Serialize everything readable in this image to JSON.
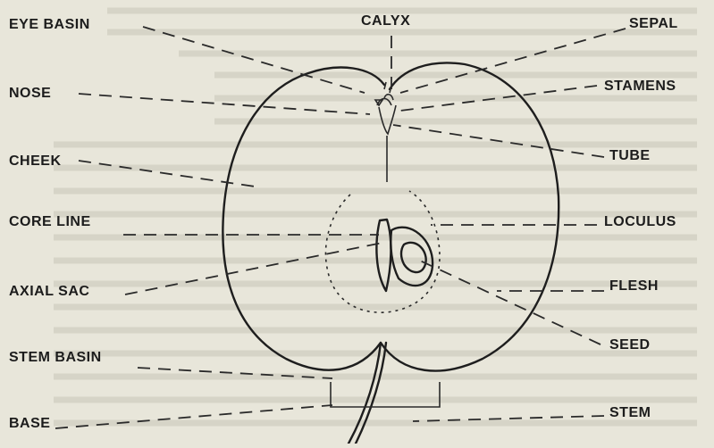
{
  "labels": {
    "eye_basin": "EYE BASIN",
    "calyx": "CALYX",
    "sepal": "SEPAL",
    "nose": "NOSE",
    "stamens": "STAMENS",
    "tube": "TUBE",
    "cheek": "CHEEK",
    "core_line": "CORE LINE",
    "loculus": "LOCULUS",
    "axial_sac": "AXIAL SAC",
    "flesh": "FLESH",
    "seed": "SEED",
    "stem_basin": "STEM BASIN",
    "base": "BASE",
    "stem": "STEM"
  },
  "colors": {
    "paper": "#e8e6da",
    "ink": "#1e1e1e"
  }
}
